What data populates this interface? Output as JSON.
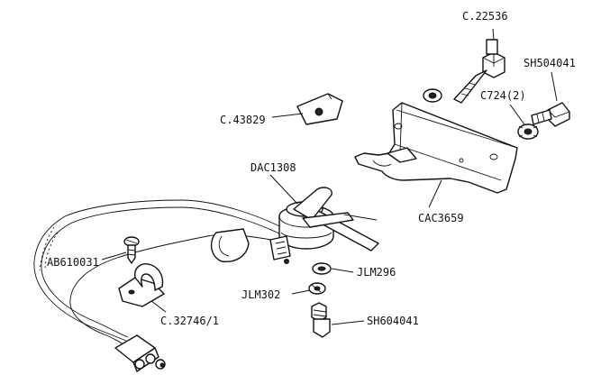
{
  "diagram": {
    "labels": {
      "c22536": "C.22536",
      "sh504041": "SH504041",
      "c724": "C724(2)",
      "c43829": "C.43829",
      "dac1308": "DAC1308",
      "cac3659": "CAC3659",
      "ab610031": "AB610031",
      "jlm296": "JLM296",
      "jlm302": "JLM302",
      "c32746": "C.32746/1",
      "sh604041": "SH604041"
    }
  }
}
